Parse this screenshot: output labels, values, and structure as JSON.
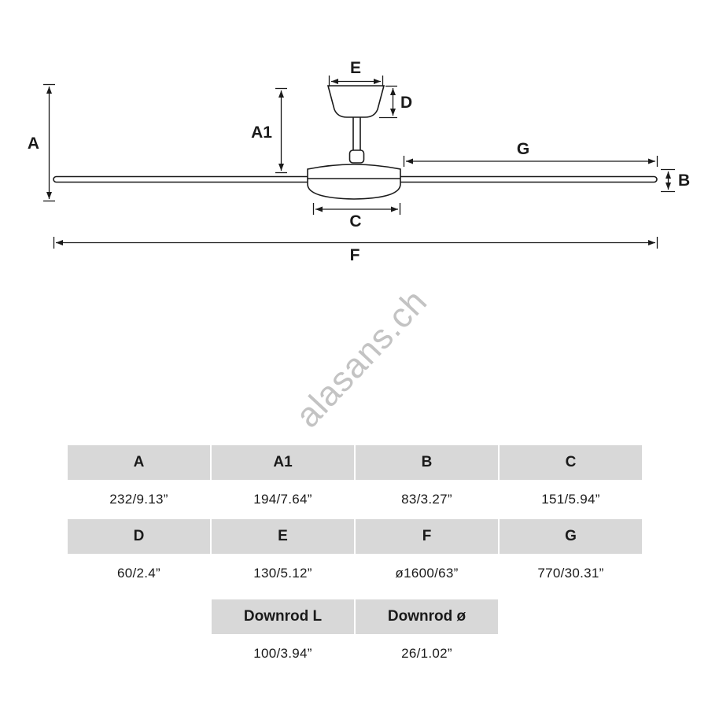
{
  "watermark": "alasans.ch",
  "diagram": {
    "labels": {
      "A": "A",
      "A1": "A1",
      "B": "B",
      "C": "C",
      "D": "D",
      "E": "E",
      "F": "F",
      "G": "G"
    }
  },
  "table": {
    "rows": [
      {
        "headers": [
          "A",
          "A1",
          "B",
          "C"
        ],
        "values": [
          "232/9.13”",
          "194/7.64”",
          "83/3.27”",
          "151/5.94”"
        ]
      },
      {
        "headers": [
          "D",
          "E",
          "F",
          "G"
        ],
        "values": [
          "60/2.4”",
          "130/5.12”",
          "ø1600/63”",
          "770/30.31”"
        ]
      },
      {
        "headers": [
          "Downrod L",
          "Downrod ø"
        ],
        "values": [
          "100/3.94”",
          "26/1.02”"
        ]
      }
    ]
  }
}
